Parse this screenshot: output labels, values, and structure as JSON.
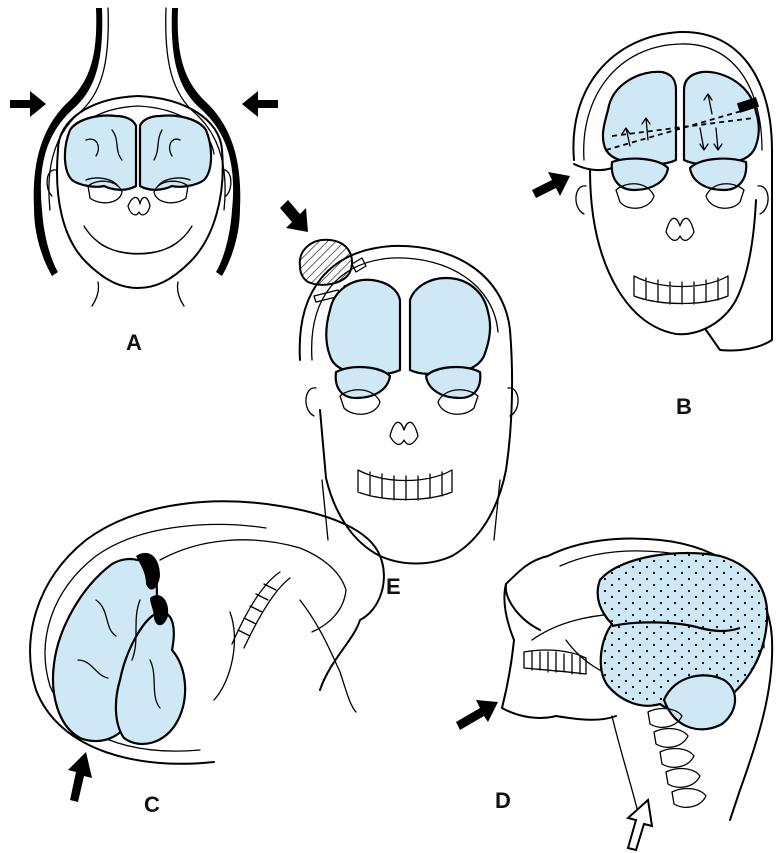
{
  "colors": {
    "brain_fill": "#cfe8f6",
    "outline": "#000000",
    "background": "#ffffff"
  },
  "panels": [
    {
      "id": "A",
      "label": "A"
    },
    {
      "id": "B",
      "label": "B"
    },
    {
      "id": "C",
      "label": "C"
    },
    {
      "id": "D",
      "label": "D"
    },
    {
      "id": "E",
      "label": "E"
    }
  ],
  "icons": [
    "arrow-icon",
    "hollow-arrow-icon"
  ]
}
